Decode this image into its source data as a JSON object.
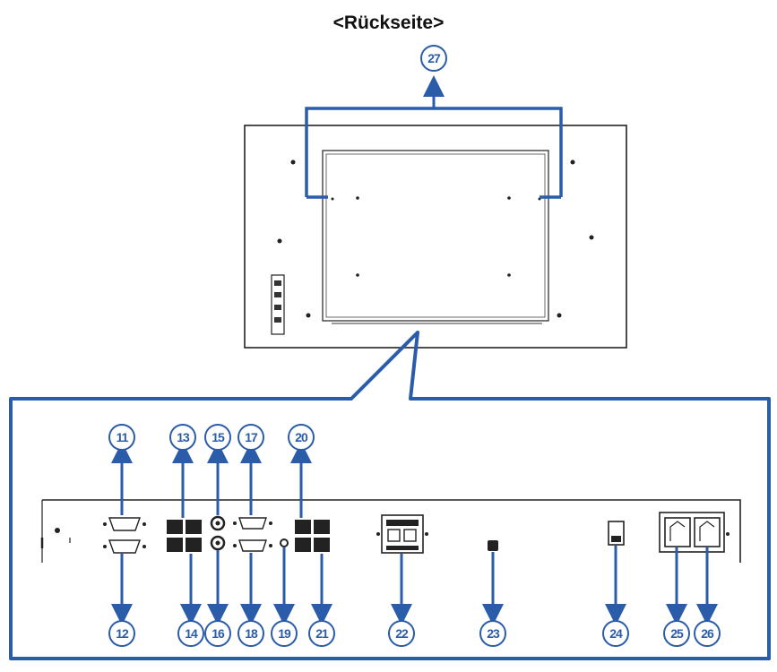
{
  "title": "<Rückseite>",
  "colors": {
    "callout": "#2a5caa",
    "line": "#1a1a1a"
  },
  "callouts": {
    "c11": "11",
    "c12": "12",
    "c13": "13",
    "c14": "14",
    "c15": "15",
    "c16": "16",
    "c17": "17",
    "c18": "18",
    "c19": "19",
    "c20": "20",
    "c21": "21",
    "c22": "22",
    "c23": "23",
    "c24": "24",
    "c25": "25",
    "c26": "26",
    "c27": "27"
  }
}
